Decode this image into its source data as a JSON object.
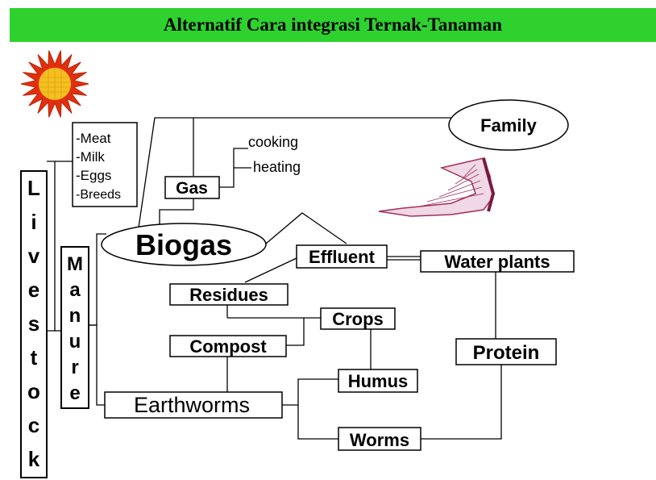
{
  "title": "Alternatif Cara integrasi Ternak-Tanaman",
  "colors": {
    "banner_bg": "#2ed12e",
    "sun_outer": "#e03010",
    "sun_inner": "#f4c020",
    "fish": "#a0305a"
  },
  "icons": [
    "sun-icon",
    "fish-icon"
  ],
  "nodes": {
    "livestock": "Livestock",
    "manure": "Manure",
    "products": [
      "-Meat",
      "-Milk",
      "-Eggs",
      "-Breeds"
    ],
    "gas": "Gas",
    "cooking": "cooking",
    "heating": "heating",
    "family": "Family",
    "biogas": "Biogas",
    "effluent": "Effluent",
    "water_plants": "Water plants",
    "residues": "Residues",
    "crops": "Crops",
    "compost": "Compost",
    "protein": "Protein",
    "humus": "Humus",
    "earthworms": "Earthworms",
    "worms": "Worms"
  }
}
